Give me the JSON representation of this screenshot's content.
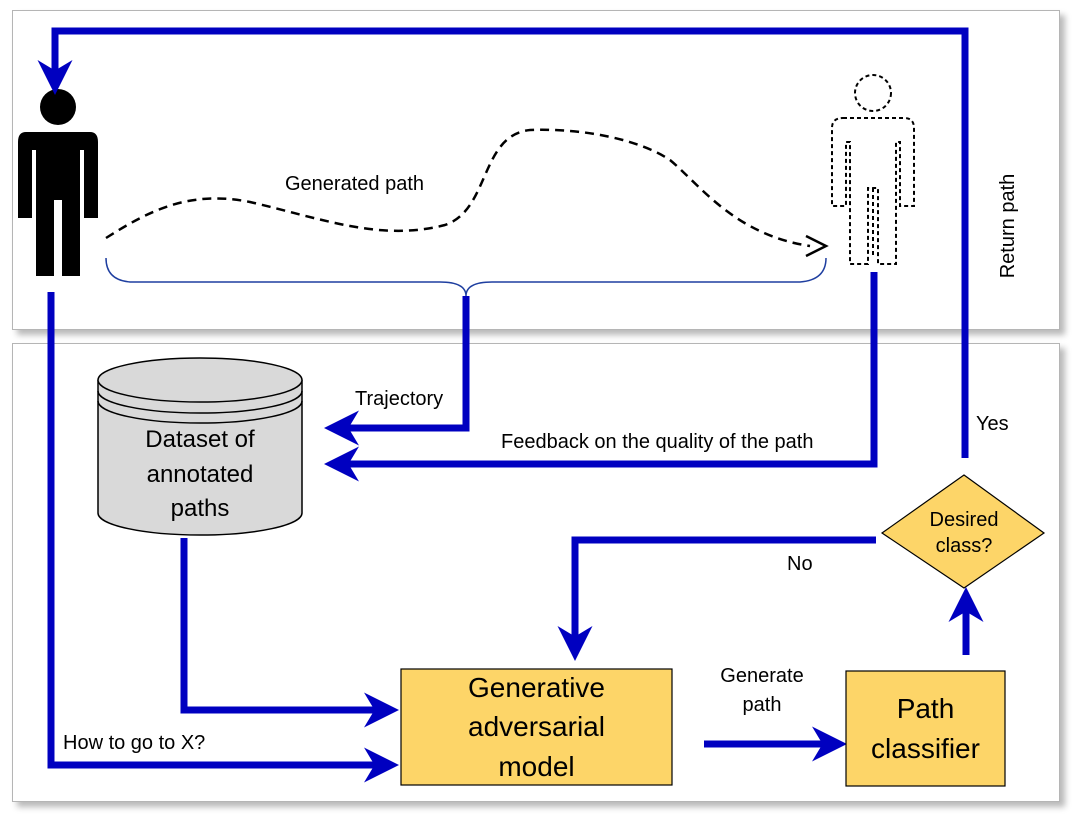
{
  "colors": {
    "flow": "#0000c0",
    "box_fill": "#fdd568",
    "db_fill": "#d9d9d9",
    "diamond_fill": "#fdd568"
  },
  "icons": [
    "person-icon",
    "dashed-person-icon",
    "database-icon"
  ],
  "labels": {
    "generated_path": "Generated path",
    "return_path": "Return path",
    "trajectory": "Trajectory",
    "feedback": "Feedback on the quality of the path",
    "yes": "Yes",
    "no": "No",
    "how_to_go": "How to go to X?",
    "generate_path": "Generate\npath"
  },
  "nodes": {
    "dataset": "Dataset of\nannotated\npaths",
    "gan": "Generative\nadversarial\nmodel",
    "classifier": "Path\nclassifier",
    "decision": "Desired\nclass?"
  }
}
